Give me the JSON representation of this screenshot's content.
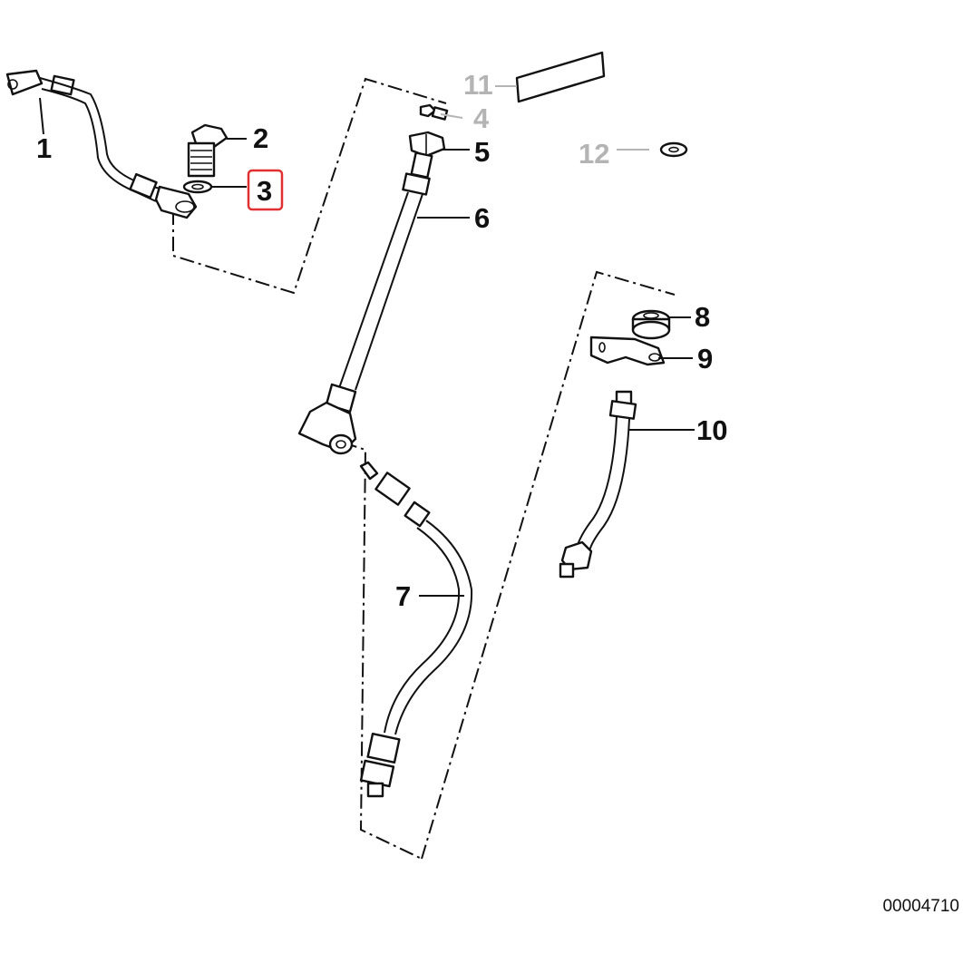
{
  "diagram": {
    "catalog_number": "00004710",
    "highlight_color": "#e03030",
    "label_color": "#111111",
    "dimmed_label_color": "#b4b4b4",
    "callouts": [
      {
        "id": "1",
        "text": "1",
        "dimmed": false,
        "highlighted": false
      },
      {
        "id": "2",
        "text": "2",
        "dimmed": false,
        "highlighted": false
      },
      {
        "id": "3",
        "text": "3",
        "dimmed": false,
        "highlighted": true
      },
      {
        "id": "4",
        "text": "4",
        "dimmed": true,
        "highlighted": false
      },
      {
        "id": "5",
        "text": "5",
        "dimmed": false,
        "highlighted": false
      },
      {
        "id": "6",
        "text": "6",
        "dimmed": false,
        "highlighted": false
      },
      {
        "id": "7",
        "text": "7",
        "dimmed": false,
        "highlighted": false
      },
      {
        "id": "8",
        "text": "8",
        "dimmed": false,
        "highlighted": false
      },
      {
        "id": "9",
        "text": "9",
        "dimmed": false,
        "highlighted": false
      },
      {
        "id": "10",
        "text": "10",
        "dimmed": false,
        "highlighted": false
      },
      {
        "id": "11",
        "text": "11",
        "dimmed": true,
        "highlighted": false
      },
      {
        "id": "12",
        "text": "12",
        "dimmed": true,
        "highlighted": false
      }
    ]
  }
}
